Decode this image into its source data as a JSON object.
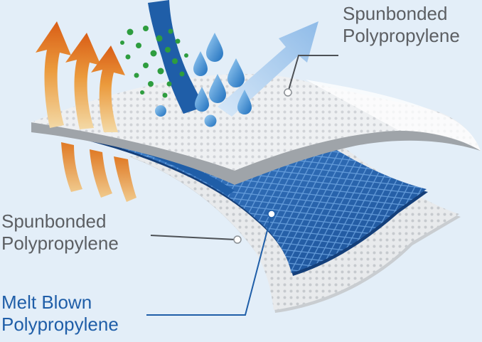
{
  "labels": {
    "top": {
      "line1": "Spunbonded",
      "line2": "Polypropylene",
      "color": "#5c5f63"
    },
    "middle": {
      "line1": "Spunbonded",
      "line2": "Polypropylene",
      "color": "#5c5f63"
    },
    "bottom": {
      "line1": "Melt Blown",
      "line2": "Polypropylene",
      "color": "#1f5ea8"
    }
  },
  "colors": {
    "background": "#e3eef8",
    "heat_arrow": "#e07a1f",
    "meltblown": "#1f5ea8",
    "spunbond": "#d9dcdf",
    "water_drop": "#3a8fd6",
    "particles": "#2e9d3f",
    "vapor_arrow": "#9ec4ea"
  },
  "icons": [
    "heat-arrow-icon",
    "water-drop-icon",
    "particle-cluster-icon",
    "vapor-arrow-icon",
    "liquid-stream-icon"
  ]
}
